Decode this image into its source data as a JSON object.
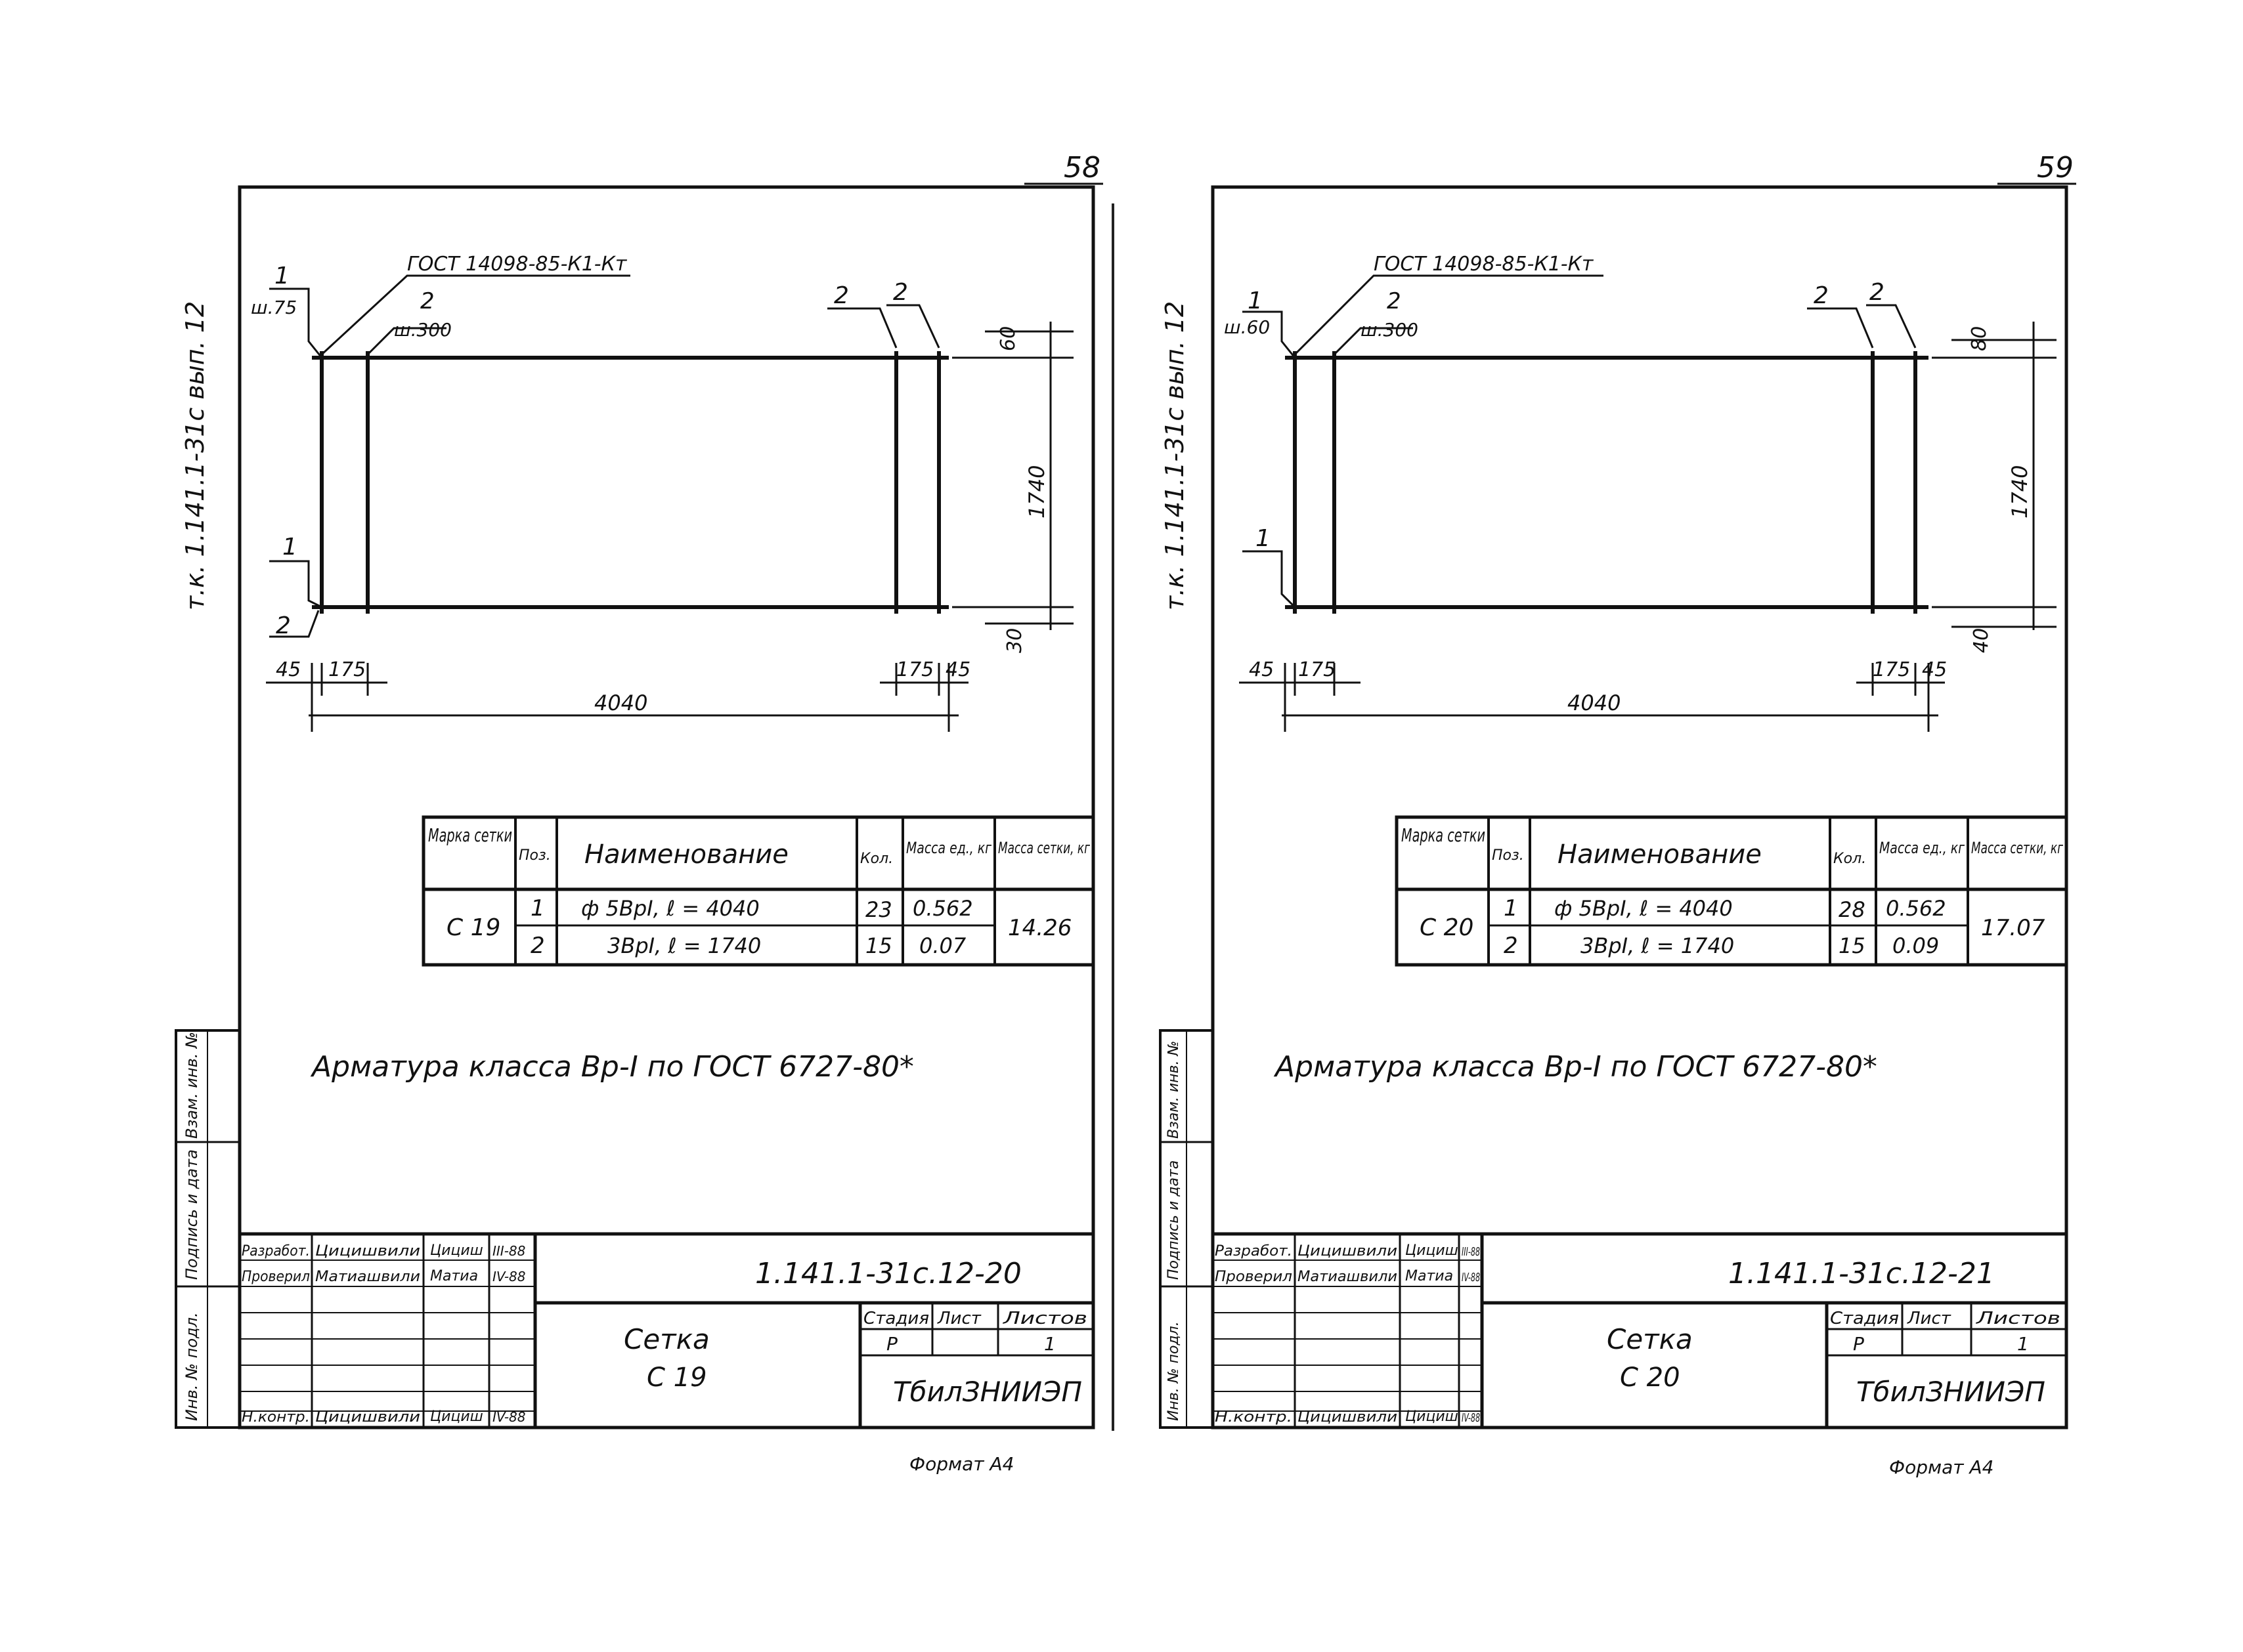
{
  "sheets": [
    {
      "page_number": "58",
      "side_code": "т.к. 1.141.1-31с вып. 12",
      "gost_leader": "ГОСТ 14098-85-К1-Кт",
      "labels": {
        "pos1_top": "1",
        "pitch1": "ш.75",
        "pos2_top": "2",
        "pitch2": "ш.300",
        "pos2_right_a": "2",
        "pos2_right_b": "2",
        "pos1_left": "1",
        "pos2_left": "2"
      },
      "dims": {
        "top_offset": "60",
        "height": "1740",
        "bottom_offset": "30",
        "left_45": "45",
        "left_175": "175",
        "right_175": "175",
        "right_45": "45",
        "length": "4040"
      },
      "table": {
        "headers": {
          "mark": "Марка сетки",
          "pos": "Поз.",
          "name": "Наименование",
          "qty": "Кол.",
          "unit_mass": "Масса ед., кг",
          "mesh_mass": "Масса сетки, кг"
        },
        "mark": "С 19",
        "rows": [
          {
            "pos": "1",
            "name": "ф 5ВрI,  ℓ = 4040",
            "qty": "23",
            "unit_mass": "0.562"
          },
          {
            "pos": "2",
            "name": "3ВрI,  ℓ = 1740",
            "qty": "15",
            "unit_mass": "0.07"
          }
        ],
        "mesh_mass": "14.26"
      },
      "note": "Арматура класса Вр-I по ГОСТ 6727-80*",
      "stamp": {
        "doc_code": "1.141.1-31с.12-20",
        "title": "Сетка",
        "mark": "С 19",
        "stage_label": "Стадия",
        "sheet_label": "Лист",
        "sheets_label": "Листов",
        "stage": "Р",
        "sheets": "1",
        "org": "ТбилЗНИИЭП",
        "roles": [
          {
            "role": "Разработ.",
            "name": "Цицишвили",
            "date": "III-88"
          },
          {
            "role": "Проверил",
            "name": "Матиашвили",
            "date": "IV-88"
          },
          {
            "role": "Н.контр.",
            "name": "Цицишвили",
            "date": "IV-88"
          }
        ],
        "side_fields": [
          "Инв. № подл.",
          "Подпись и дата",
          "Взам. инв. №"
        ]
      },
      "format": "Формат А4"
    },
    {
      "page_number": "59",
      "side_code": "т.к. 1.141.1-31с вып. 12",
      "gost_leader": "ГОСТ 14098-85-К1-Кт",
      "labels": {
        "pos1_top": "1",
        "pitch1": "ш.60",
        "pos2_top": "2",
        "pitch2": "ш.300",
        "pos2_right_a": "2",
        "pos2_right_b": "2",
        "pos1_left": "1",
        "pos2_left": ""
      },
      "dims": {
        "top_offset": "80",
        "height": "1740",
        "bottom_offset": "40",
        "left_45": "45",
        "left_175": "175",
        "right_175": "175",
        "right_45": "45",
        "length": "4040"
      },
      "table": {
        "headers": {
          "mark": "Марка сетки",
          "pos": "Поз.",
          "name": "Наименование",
          "qty": "Кол.",
          "unit_mass": "Масса ед., кг",
          "mesh_mass": "Масса сетки, кг"
        },
        "mark": "С 20",
        "rows": [
          {
            "pos": "1",
            "name": "ф 5ВрI,  ℓ = 4040",
            "qty": "28",
            "unit_mass": "0.562"
          },
          {
            "pos": "2",
            "name": "3ВрI,  ℓ = 1740",
            "qty": "15",
            "unit_mass": "0.09"
          }
        ],
        "mesh_mass": "17.07"
      },
      "note": "Арматура класса Вр-I по ГОСТ 6727-80*",
      "stamp": {
        "doc_code": "1.141.1-31с.12-21",
        "title": "Сетка",
        "mark": "С 20",
        "stage_label": "Стадия",
        "sheet_label": "Лист",
        "sheets_label": "Листов",
        "stage": "Р",
        "sheets": "1",
        "org": "ТбилЗНИИЭП",
        "roles": [
          {
            "role": "Разработ.",
            "name": "Цицишвили",
            "date": "III-88"
          },
          {
            "role": "Проверил",
            "name": "Матиашвили",
            "date": "IV-88"
          },
          {
            "role": "Н.контр.",
            "name": "Цицишвили",
            "date": "IV-88"
          }
        ],
        "side_fields": [
          "Инв. № подл.",
          "Подпись и дата",
          "Взам. инв. №"
        ]
      },
      "format": "Формат А4"
    }
  ]
}
